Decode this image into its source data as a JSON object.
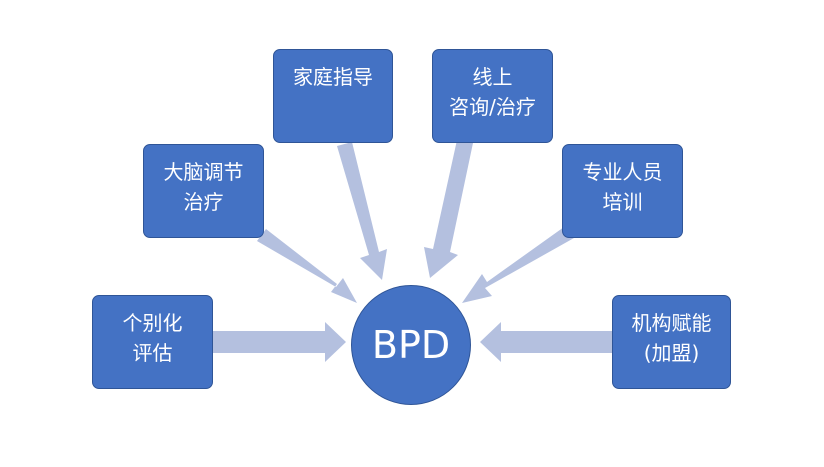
{
  "center": {
    "label": "BPD"
  },
  "nodes": {
    "assessment": {
      "line1": "个别化",
      "line2": "评估"
    },
    "brain": {
      "line1": "大脑调节",
      "line2": "治疗"
    },
    "family": {
      "line1": "家庭指导",
      "line2": ""
    },
    "online": {
      "line1": "线上",
      "line2": "咨询/治疗"
    },
    "training": {
      "line1": "专业人员",
      "line2": "培训"
    },
    "franchise": {
      "line1": "机构赋能",
      "line2": "(加盟)"
    }
  },
  "colors": {
    "node_fill": "#4472c4",
    "node_border": "#2f5597",
    "arrow": "#b4c0df",
    "text": "#ffffff"
  }
}
